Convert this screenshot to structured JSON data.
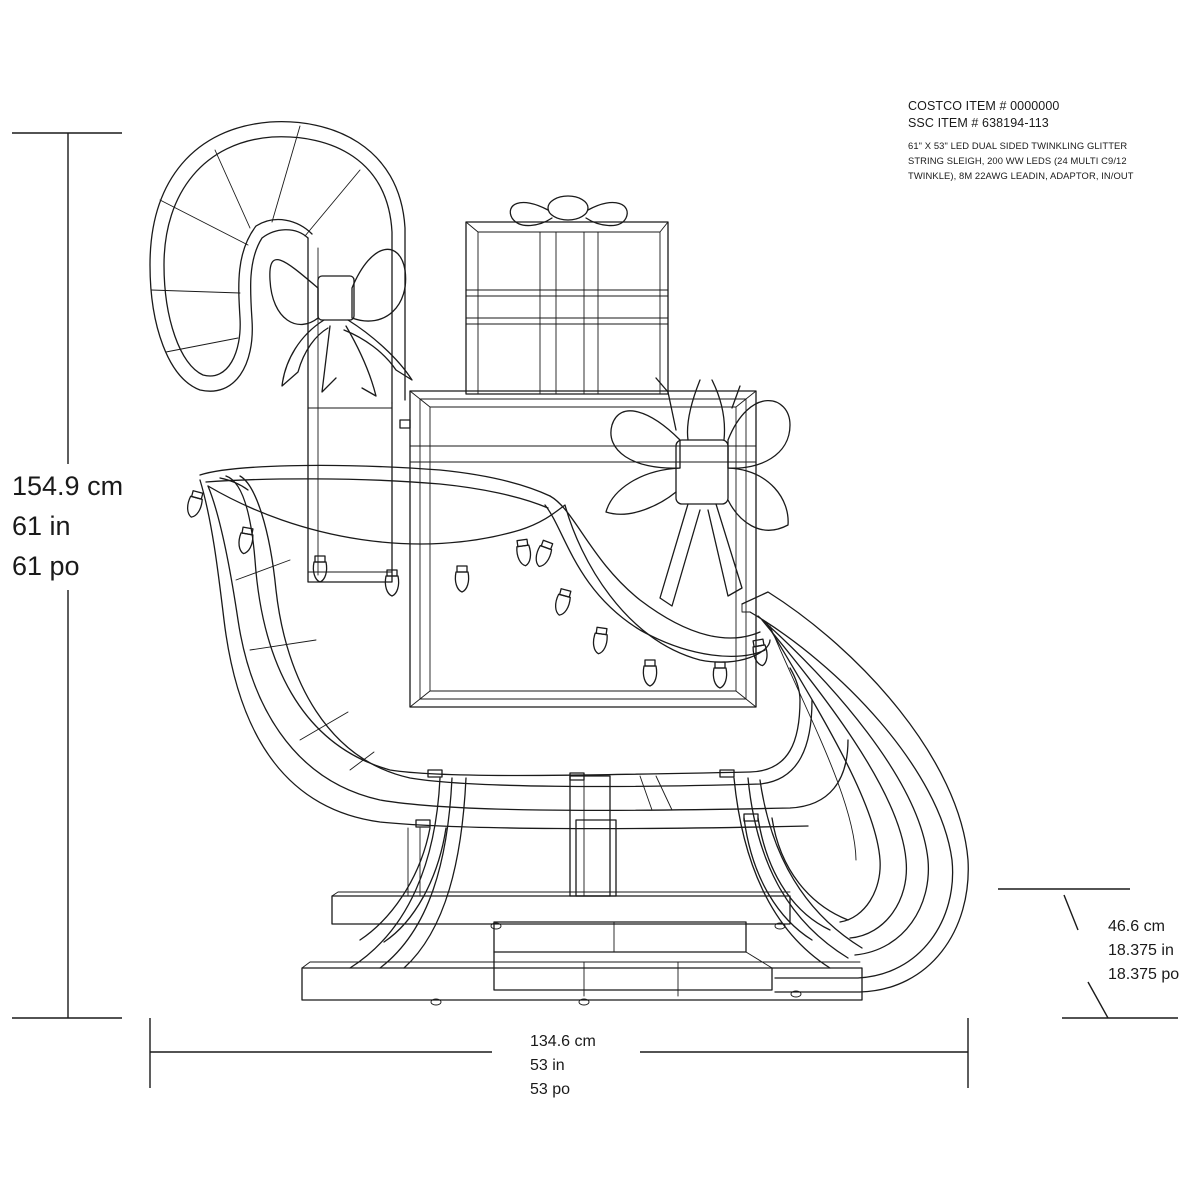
{
  "spec": {
    "costco_item": "COSTCO ITEM  # 0000000",
    "ssc_item": "SSC ITEM #  638194-113",
    "description": "61\" X 53\" LED DUAL SIDED TWINKLING GLITTER STRING SLEIGH, 200 WW LEDS (24 MULTI C9/12 TWINKLE), 8M 22AWG LEADIN, ADAPTOR, IN/OUT"
  },
  "dimensions": {
    "height": {
      "cm": "154.9 cm",
      "in": "61 in",
      "po": "61 po"
    },
    "width": {
      "cm": "134.6 cm",
      "in": "53 in",
      "po": "53 po"
    },
    "depth": {
      "cm": "46.6 cm",
      "in": "18.375 in",
      "po": "18.375 po"
    }
  },
  "colors": {
    "line": "#1a1a1a",
    "background": "#ffffff"
  },
  "icons": {
    "sleigh": "sleigh-wireframe",
    "candy_cane": "candy-cane-wireframe",
    "gift_boxes": "gift-box-wireframe",
    "bulbs": "c9-bulb-icon"
  }
}
